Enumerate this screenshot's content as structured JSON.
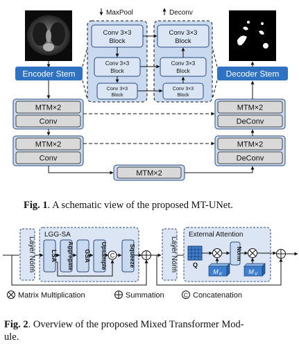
{
  "fig1": {
    "legend_maxpool": "MaxPool",
    "legend_deconv": "Deconv",
    "encoder_stem": "Encoder Stem",
    "decoder_stem": "Decoder Stem",
    "conv_block_line1": "Conv 3×3",
    "conv_block_line2": "Block",
    "mtm": "MTM×2",
    "conv": "Conv",
    "deconv": "DeConv",
    "caption_label": "Fig. 1",
    "caption_text": ". A schematic view of the proposed MT-UNet."
  },
  "fig2": {
    "layer_norm": "Layer Norm",
    "lgg_sa_title": "LGG-SA",
    "lsa": "LSA",
    "aggregate": "Aggregate",
    "gsa": "GSA",
    "upsample": "Upsample",
    "concat_symbol": "C",
    "squeeze": "Squeeze",
    "ext_attention_title": "External Attention",
    "q_label": "Q",
    "norm": "Norm",
    "mk_label": "M",
    "mk_sub": "K",
    "mv_label": "M",
    "mv_sub": "V",
    "legend_matrix_mult": "Matrix Multiplication",
    "legend_summation": "Summation",
    "legend_concat": "Concatenation",
    "caption_label": "Fig. 2",
    "caption_text_line1": ". Overview of the proposed Mixed Transformer Mod-",
    "caption_text_line2": "ule."
  },
  "colors": {
    "stem_blue": "#2f72c2",
    "block_blue": "#c9daf0",
    "block_border": "#2b4a7a",
    "grey_box": "#d9d9d9",
    "panel_blue": "#dbe5f3",
    "cube_blue": "#3f7fd0"
  }
}
